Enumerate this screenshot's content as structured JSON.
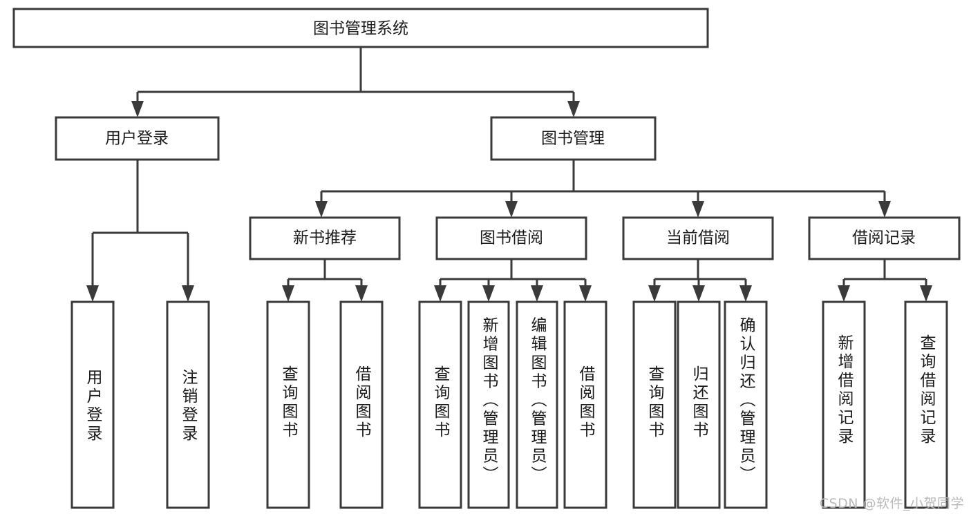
{
  "diagram": {
    "type": "tree-hierarchy",
    "orientation": "top-down",
    "root": {
      "id": "root",
      "label": "图书管理系统"
    },
    "level2": [
      {
        "id": "login",
        "label": "用户登录"
      },
      {
        "id": "bookmgmt",
        "label": "图书管理"
      }
    ],
    "level3": [
      {
        "id": "newbook",
        "label": "新书推荐",
        "parent": "bookmgmt"
      },
      {
        "id": "borrow",
        "label": "图书借阅",
        "parent": "bookmgmt"
      },
      {
        "id": "current",
        "label": "当前借阅",
        "parent": "bookmgmt"
      },
      {
        "id": "record",
        "label": "借阅记录",
        "parent": "bookmgmt"
      }
    ],
    "leaves": {
      "login": [
        {
          "id": "leaf-user-login",
          "label": "用户登录"
        },
        {
          "id": "leaf-user-logout",
          "label": "注销登录"
        }
      ],
      "newbook": [
        {
          "id": "leaf-query-book-1",
          "label": "查询图书"
        },
        {
          "id": "leaf-borrow-book-1",
          "label": "借阅图书"
        }
      ],
      "borrow": [
        {
          "id": "leaf-query-book-2",
          "label": "查询图书"
        },
        {
          "id": "leaf-add-book",
          "label": "新增图书（管理员）"
        },
        {
          "id": "leaf-edit-book",
          "label": "编辑图书（管理员）"
        },
        {
          "id": "leaf-borrow-book-2",
          "label": "借阅图书"
        }
      ],
      "current": [
        {
          "id": "leaf-query-book-3",
          "label": "查询图书"
        },
        {
          "id": "leaf-return-book",
          "label": "归还图书"
        },
        {
          "id": "leaf-confirm-return",
          "label": "确认归还（管理员）"
        }
      ],
      "record": [
        {
          "id": "leaf-add-record",
          "label": "新增借阅记录"
        },
        {
          "id": "leaf-query-record",
          "label": "查询借阅记录"
        }
      ]
    }
  },
  "watermark": {
    "text": "CSDN @软件_小贺同学"
  },
  "colors": {
    "box_border": "#3a3a3a",
    "box_fill": "#ffffff",
    "text": "#1a1a1a",
    "connector": "#3a3a3a",
    "watermark": "#b9b9b9",
    "background": "#ffffff"
  }
}
